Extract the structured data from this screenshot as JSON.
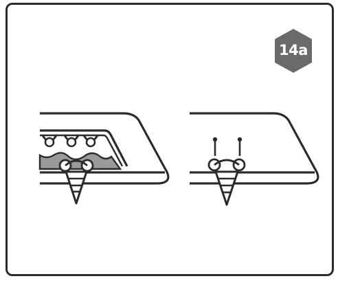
{
  "step": {
    "label": "14a",
    "badge_color": "#6a6a6a",
    "label_color": "#ffffff"
  },
  "colors": {
    "line": "#2b2b2b",
    "fill": "#9a9a9a"
  },
  "figures": [
    {
      "name": "figure-before",
      "icon": "mattress-with-topper-tack-icon"
    },
    {
      "name": "figure-after",
      "icon": "mattress-without-topper-tack-icon"
    }
  ]
}
